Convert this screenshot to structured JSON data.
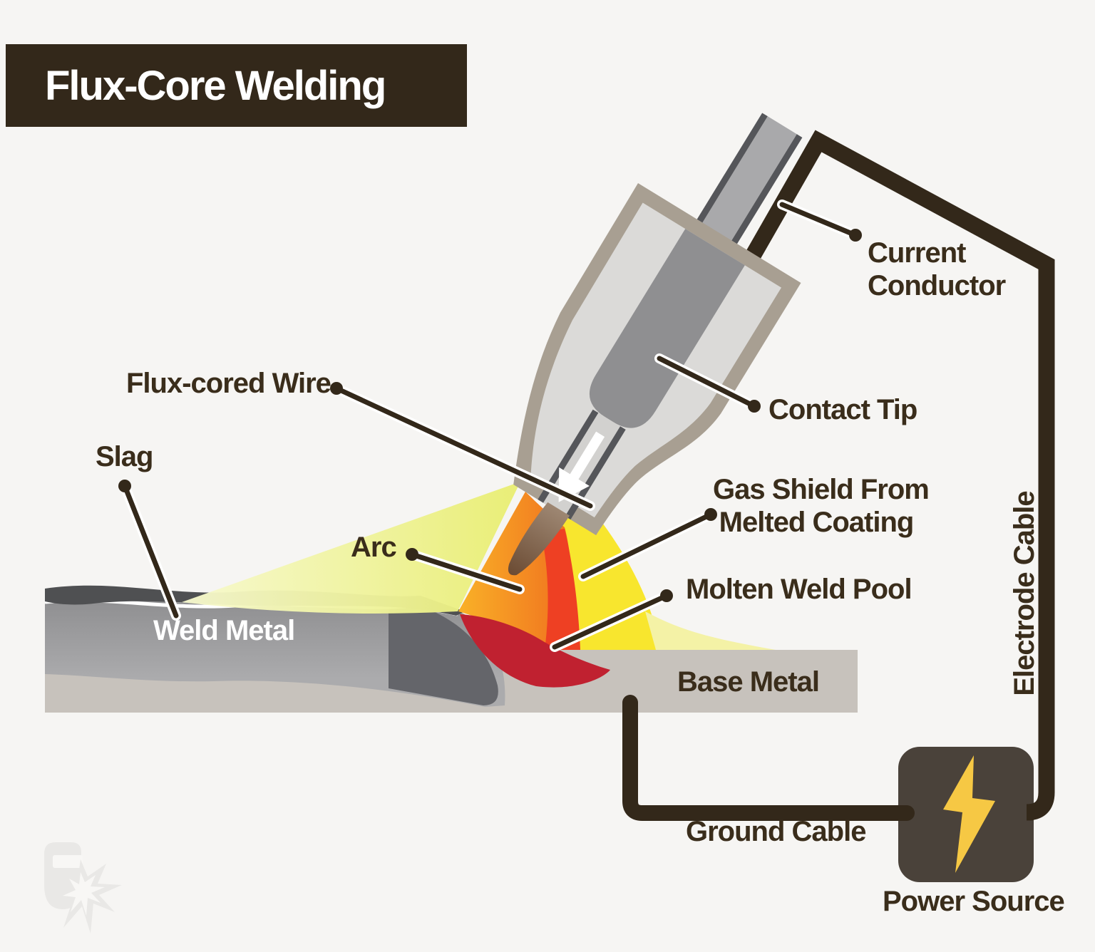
{
  "title": "Flux-Core Welding",
  "colors": {
    "background": "#f6f5f3",
    "title_bar": "#33281a",
    "label_text": "#3a2d1b",
    "cable": "#33281a",
    "power_box": "#4a423a",
    "lightning": "#f6c844",
    "torch_shell": "#a89f92",
    "torch_inner": "#dbdad8",
    "contact_tip": "#8f8f91",
    "slag": "#4f5052",
    "weld_metal": "#9b9b9d",
    "base_metal": "#c7c2bc",
    "flame_pale": "#eef186",
    "flame_yellow": "#f8e62e",
    "flame_orange": "#f59122",
    "flame_red": "#ee4023",
    "molten_pool": "#c02130"
  },
  "labels": {
    "current_conductor": {
      "line1": "Current",
      "line2": "Conductor"
    },
    "flux_cored_wire": "Flux-cored Wire",
    "contact_tip": "Contact Tip",
    "slag": "Slag",
    "arc": "Arc",
    "gas_shield": {
      "line1": "Gas Shield From",
      "line2": "Melted Coating"
    },
    "molten_weld_pool": "Molten Weld Pool",
    "weld_metal": "Weld Metal",
    "base_metal": "Base Metal",
    "electrode_cable": "Electrode Cable",
    "ground_cable": "Ground Cable",
    "power_source": "Power Source"
  },
  "icons": {
    "power_bolt": "lightning-icon",
    "logo": "welding-helmet-spark-logo"
  }
}
